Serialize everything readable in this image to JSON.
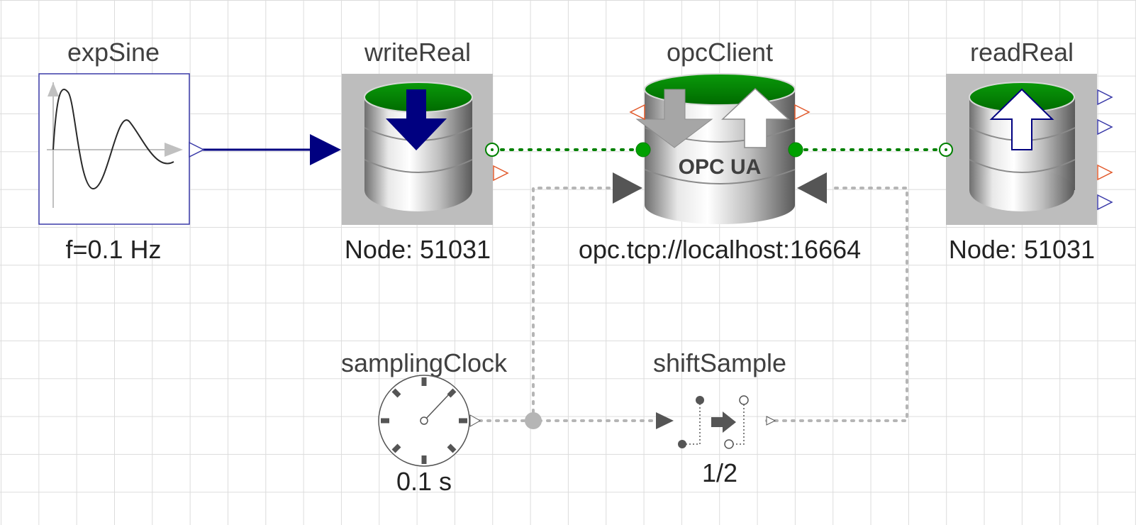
{
  "diagram": {
    "components": {
      "expSine": {
        "name": "expSine",
        "param": "f=0.1 Hz"
      },
      "writeReal": {
        "name": "writeReal",
        "param": "Node: 51031"
      },
      "opcClient": {
        "name": "opcClient",
        "param": "opc.tcp://localhost:16664",
        "badge": "OPC UA"
      },
      "readReal": {
        "name": "readReal",
        "param": "Node: 51031"
      },
      "samplingClock": {
        "name": "samplingClock",
        "param": "0.1 s"
      },
      "shiftSample": {
        "name": "shiftSample",
        "param": "1/2"
      }
    },
    "colors": {
      "signal": "#000080",
      "connector": "#008000",
      "clock": "#b5b5b5",
      "accent": "#e25a2c",
      "db_top": "#008000",
      "icon_frame": "#bdbdbd"
    },
    "icons": [
      "sine-wave-icon",
      "database-icon",
      "down-arrow-icon",
      "up-arrow-icon",
      "clock-icon",
      "shift-arrow-icon"
    ]
  }
}
